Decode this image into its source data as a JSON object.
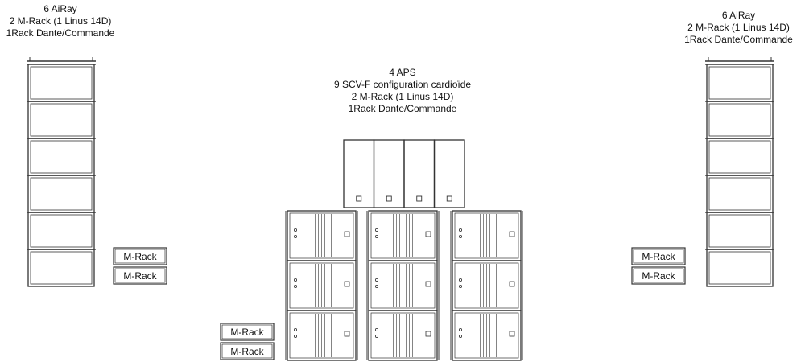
{
  "left_group": {
    "lines": [
      "6 AiRay",
      "2 M-Rack (1 Linus 14D)",
      "1Rack Dante/Commande"
    ],
    "speaker_count": 6,
    "rack_labels": [
      "M-Rack",
      "M-Rack"
    ]
  },
  "right_group": {
    "lines": [
      "6 AiRay",
      "2 M-Rack (1 Linus 14D)",
      "1Rack Dante/Commande"
    ],
    "speaker_count": 6,
    "rack_labels": [
      "M-Rack",
      "M-Rack"
    ]
  },
  "center_group": {
    "lines": [
      "4 APS",
      "9 SCV-F configuration cardioïde",
      "2 M-Rack (1 Linus 14D)",
      "1Rack Dante/Commande"
    ],
    "aps_count": 4,
    "sub_columns": 3,
    "sub_rows": 3,
    "rack_labels": [
      "M-Rack",
      "M-Rack"
    ]
  },
  "colors": {
    "stroke": "#333333",
    "text": "#111111",
    "background": "#ffffff"
  }
}
